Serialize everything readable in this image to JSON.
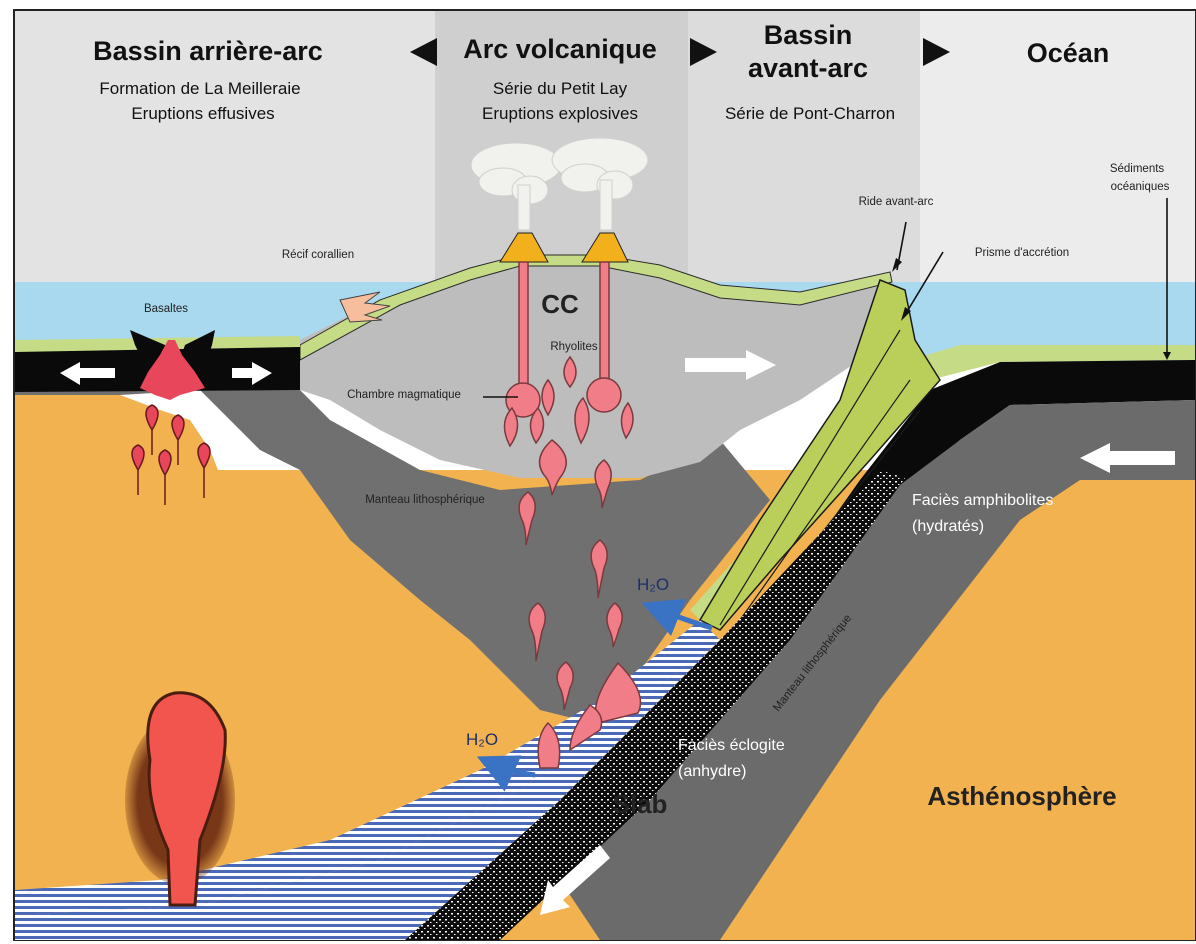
{
  "zones": {
    "back_arc": {
      "title": "Bassin arrière-arc",
      "line1": "Formation de La Meilleraie",
      "line2": "Eruptions effusives"
    },
    "arc": {
      "title": "Arc volcanique",
      "line1": "Série du Petit Lay",
      "line2": "Eruptions explosives"
    },
    "fore_arc": {
      "title1": "Bassin",
      "title2": "avant-arc",
      "line1": "Série de Pont-Charron"
    },
    "ocean": {
      "title": "Océan"
    }
  },
  "labels": {
    "coral_reef": "Récif corallien",
    "basalts": "Basaltes",
    "cc": "CC",
    "rhyolites": "Rhyolites",
    "magma_chamber": "Chambre magmatique",
    "lithospheric_mantle_upper": "Manteau lithosphérique",
    "lithospheric_mantle_slab": "Manteau lithosphérique",
    "fore_arc_ridge": "Ride avant-arc",
    "accretion_prism": "Prisme d'accrétion",
    "ocean_sediments_1": "Sédiments",
    "ocean_sediments_2": "océaniques",
    "amphibolite_1": "Faciès amphibolites",
    "amphibolite_2": "(hydratés)",
    "eclogite_1": "Faciès éclogite",
    "eclogite_2": "(anhydre)",
    "slab": "Slab",
    "asthenosphere": "Asthénosphère",
    "h2o_1": "H₂O",
    "h2o_2": "H₂O"
  },
  "colors": {
    "sky_left": "#e4e4e4",
    "sky_mid": "#d0d0d0",
    "sea": "#a9d9ef",
    "crust_green": "#c5db86",
    "crust_dark": "#0a0a0a",
    "mantle": "#6f6f6f",
    "continental_crust": "#bdbdbd",
    "asthenosphere": "#f2b24f",
    "magma": "#f07d88",
    "magma_dark": "#7a3a3e",
    "plume": "#f2554d",
    "slab_gray": "#6b6b6b",
    "arrow_blue": "#3a72c4"
  }
}
